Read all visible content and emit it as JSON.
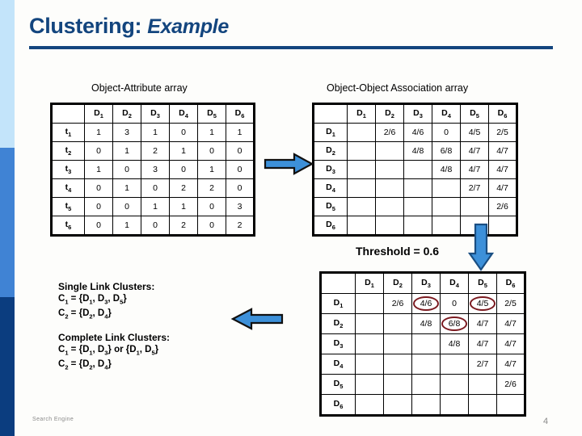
{
  "slide": {
    "title_main": "Clustering:",
    "title_emphasis": "Example",
    "footer_note": "Search Engine",
    "page_number": "4",
    "accent_color": "#13457e",
    "strip_colors": [
      "#c3e4fa",
      "#4083d4",
      "#0b3d7f"
    ],
    "arrow_color": "#3d90d9",
    "circle_color": "#7b1a20"
  },
  "object_attribute": {
    "caption": "Object-Attribute array",
    "corner": "",
    "columns": [
      "D1",
      "D2",
      "D3",
      "D4",
      "D5",
      "D6"
    ],
    "rows": [
      {
        "label": "t1",
        "values": [
          "1",
          "3",
          "1",
          "0",
          "1",
          "1"
        ]
      },
      {
        "label": "t2",
        "values": [
          "0",
          "1",
          "2",
          "1",
          "0",
          "0"
        ]
      },
      {
        "label": "t3",
        "values": [
          "1",
          "0",
          "3",
          "0",
          "1",
          "0"
        ]
      },
      {
        "label": "t4",
        "values": [
          "0",
          "1",
          "0",
          "2",
          "2",
          "0"
        ]
      },
      {
        "label": "t5",
        "values": [
          "0",
          "0",
          "1",
          "1",
          "0",
          "3"
        ]
      },
      {
        "label": "t6",
        "values": [
          "0",
          "1",
          "0",
          "2",
          "0",
          "2"
        ]
      }
    ]
  },
  "object_object": {
    "caption": "Object-Object Association array",
    "corner": "",
    "columns": [
      "D1",
      "D2",
      "D3",
      "D4",
      "D5",
      "D6"
    ],
    "rows": [
      {
        "label": "D1",
        "values": [
          "",
          "2/6",
          "4/6",
          "0",
          "4/5",
          "2/5"
        ]
      },
      {
        "label": "D2",
        "values": [
          "",
          "",
          "4/8",
          "6/8",
          "4/7",
          "4/7"
        ]
      },
      {
        "label": "D3",
        "values": [
          "",
          "",
          "",
          "4/8",
          "4/7",
          "4/7"
        ]
      },
      {
        "label": "D4",
        "values": [
          "",
          "",
          "",
          "",
          "2/7",
          "4/7"
        ]
      },
      {
        "label": "D5",
        "values": [
          "",
          "",
          "",
          "",
          "",
          "2/6"
        ]
      },
      {
        "label": "D6",
        "values": [
          "",
          "",
          "",
          "",
          "",
          ""
        ]
      }
    ]
  },
  "threshold_table": {
    "threshold_label": "Threshold = 0.6",
    "corner": "",
    "columns": [
      "D1",
      "D2",
      "D3",
      "D4",
      "D5",
      "D6"
    ],
    "rows": [
      {
        "label": "D1",
        "values": [
          "",
          "2/6",
          "4/6",
          "0",
          "4/5",
          "2/5"
        ],
        "circled": [
          false,
          false,
          true,
          false,
          true,
          false
        ]
      },
      {
        "label": "D2",
        "values": [
          "",
          "",
          "4/8",
          "6/8",
          "4/7",
          "4/7"
        ],
        "circled": [
          false,
          false,
          false,
          true,
          false,
          false
        ]
      },
      {
        "label": "D3",
        "values": [
          "",
          "",
          "",
          "4/8",
          "4/7",
          "4/7"
        ],
        "circled": [
          false,
          false,
          false,
          false,
          false,
          false
        ]
      },
      {
        "label": "D4",
        "values": [
          "",
          "",
          "",
          "",
          "2/7",
          "4/7"
        ],
        "circled": [
          false,
          false,
          false,
          false,
          false,
          false
        ]
      },
      {
        "label": "D5",
        "values": [
          "",
          "",
          "",
          "",
          "",
          "2/6"
        ],
        "circled": [
          false,
          false,
          false,
          false,
          false,
          false
        ]
      },
      {
        "label": "D6",
        "values": [
          "",
          "",
          "",
          "",
          "",
          ""
        ],
        "circled": [
          false,
          false,
          false,
          false,
          false,
          false
        ]
      }
    ]
  },
  "clusters": {
    "single_heading": "Single Link Clusters:",
    "single_c1": "C1 = {D1, D3, D5}",
    "single_c2": "C2 = {D2, D4}",
    "complete_heading": "Complete Link Clusters:",
    "complete_c1": "C1 = {D1, D3} or {D1, D5}",
    "complete_c2": "C2 = {D2, D4}"
  },
  "arrows": {
    "right_label": "arrow-right",
    "down_label": "arrow-down",
    "left_label": "arrow-left"
  }
}
